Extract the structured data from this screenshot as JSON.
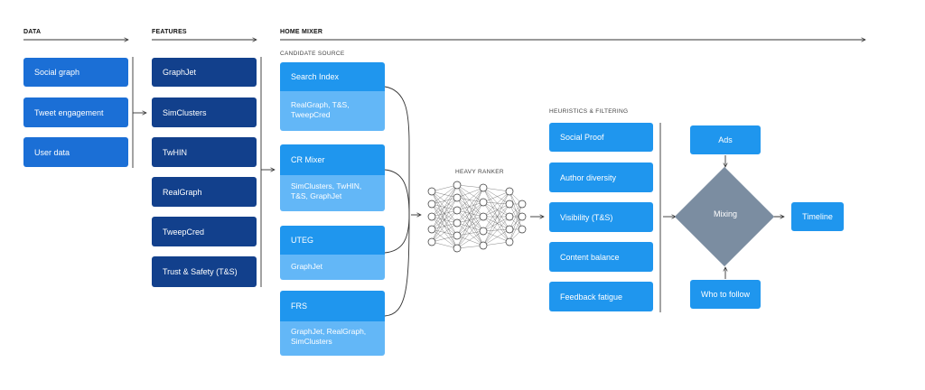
{
  "headers": {
    "data": "DATA",
    "features": "FEATURES",
    "home_mixer": "HOME MIXER",
    "candidate_source": "CANDIDATE SOURCE",
    "heavy_ranker": "HEAVY RANKER",
    "heuristics": "HEURISTICS & FILTERING"
  },
  "data_boxes": [
    "Social graph",
    "Tweet engagement",
    "User data"
  ],
  "features": [
    "GraphJet",
    "SimClusters",
    "TwHIN",
    "RealGraph",
    "TweepCred",
    "Trust & Safety (T&S)"
  ],
  "sources": [
    {
      "title": "Search Index",
      "detail": "RealGraph, T&S, TweepCred"
    },
    {
      "title": "CR Mixer",
      "detail": "SimClusters, TwHIN, T&S, GraphJet"
    },
    {
      "title": "UTEG",
      "detail": "GraphJet"
    },
    {
      "title": "FRS",
      "detail": "GraphJet, RealGraph, SimClusters"
    }
  ],
  "heuristics": [
    "Social Proof",
    "Author diversity",
    "Visibility (T&S)",
    "Content balance",
    "Feedback fatigue"
  ],
  "mixing": {
    "ads": "Ads",
    "mixing": "Mixing",
    "who_to_follow": "Who to follow",
    "timeline": "Timeline"
  },
  "colors": {
    "data": "#1b6fd6",
    "features": "#12408c",
    "source": "#1f96ee",
    "source_detail": "#63b7f7",
    "heuristics": "#1f96ee",
    "mixing": "#7b8da1"
  }
}
